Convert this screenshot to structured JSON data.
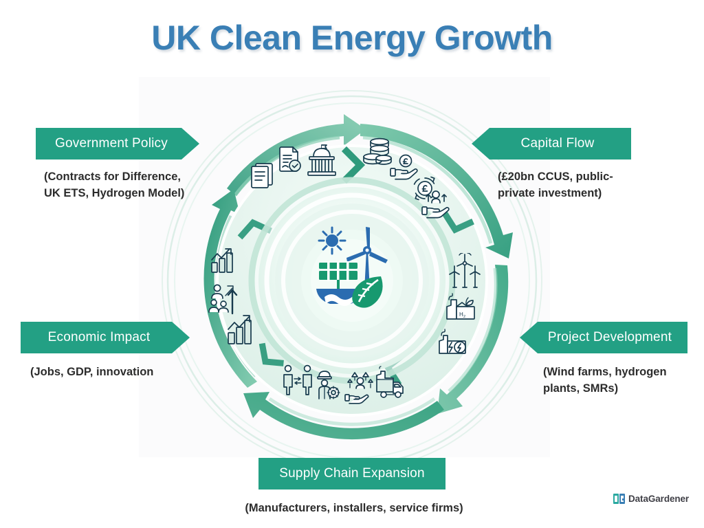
{
  "title": "UK Clean Energy Growth",
  "colors": {
    "title_blue": "#3a7fb5",
    "banner_green": "#23a084",
    "ring_dark_green": "#3aa383",
    "ring_mid_green": "#6fbfa3",
    "ring_pale": "#dff0e9",
    "icon_navy": "#173a4d",
    "caption_text": "#2c2c2c",
    "panel_bg": "#fbfbfc"
  },
  "stages": [
    {
      "id": "government-policy",
      "label": "Government Policy",
      "caption": "(Contracts for Difference,\nUK ETS, Hydrogen Model)",
      "caption_line1": "(Contracts for Difference,",
      "caption_line2": "UK ETS, Hydrogen Model)",
      "direction": "point-right",
      "icons": [
        "documents-icon",
        "verified-contract-icon",
        "government-building-icon"
      ]
    },
    {
      "id": "capital-flow",
      "label": "Capital Flow",
      "caption": "(£20bn CCUS, public-private investment)",
      "caption_line1": "(£20bn CCUS, public-",
      "caption_line2": "private investment)",
      "direction": "point-left",
      "icons": [
        "coin-stack-icon",
        "hand-pound-coin-icon",
        "pound-circulation-icon",
        "hand-people-investment-icon"
      ]
    },
    {
      "id": "project-development",
      "label": "Project Development",
      "caption": "(Wind farms, hydrogen plants, SMRs)",
      "caption_line1": "(Wind farms, hydrogen",
      "caption_line2": "plants, SMRs)",
      "direction": "point-left",
      "icons": [
        "wind-farm-icon",
        "hydrogen-plant-icon",
        "power-plant-icon"
      ]
    },
    {
      "id": "supply-chain-expansion",
      "label": "Supply Chain Expansion",
      "caption": "(Manufacturers, installers, service firms)",
      "caption_line1": "(Manufacturers, installers, service firms)",
      "caption_line2": "",
      "direction": "notch-top",
      "icons": [
        "people-exchange-icon",
        "worker-gear-icon",
        "hand-supply-network-icon",
        "delivery-truck-icon"
      ]
    },
    {
      "id": "economic-impact",
      "label": "Economic Impact",
      "caption": "(Jobs, GDP, innovation",
      "caption_line1": "(Jobs, GDP, innovation",
      "caption_line2": "",
      "direction": "point-right",
      "icons": [
        "growth-chart-icon",
        "people-growth-icon",
        "bar-chart-arrow-icon"
      ]
    }
  ],
  "center": {
    "name": "clean-energy-emblem",
    "elements": [
      "sun-icon",
      "solar-panel-icon",
      "wind-turbine-icon",
      "leaf-icon",
      "water-wave-icon"
    ]
  },
  "logo": {
    "mark": "DG",
    "text": "DataGardener"
  },
  "chart_data": {
    "type": "cycle-diagram",
    "title": "UK Clean Energy Growth",
    "steps": [
      {
        "order": 1,
        "name": "Government Policy",
        "detail": "(Contracts for Difference, UK ETS, Hydrogen Model)",
        "angle_deg": 315
      },
      {
        "order": 2,
        "name": "Capital Flow",
        "detail": "(£20bn CCUS, public-private investment)",
        "angle_deg": 45
      },
      {
        "order": 3,
        "name": "Project Development",
        "detail": "(Wind farms, hydrogen plants, SMRs)",
        "angle_deg": 135
      },
      {
        "order": 4,
        "name": "Supply Chain Expansion",
        "detail": "(Manufacturers, installers, service firms)",
        "angle_deg": 180
      },
      {
        "order": 5,
        "name": "Economic Impact",
        "detail": "(Jobs, GDP, innovation",
        "angle_deg": 225
      }
    ],
    "flow": "clockwise",
    "segments": 5,
    "legend_position": "none",
    "grid": false
  }
}
